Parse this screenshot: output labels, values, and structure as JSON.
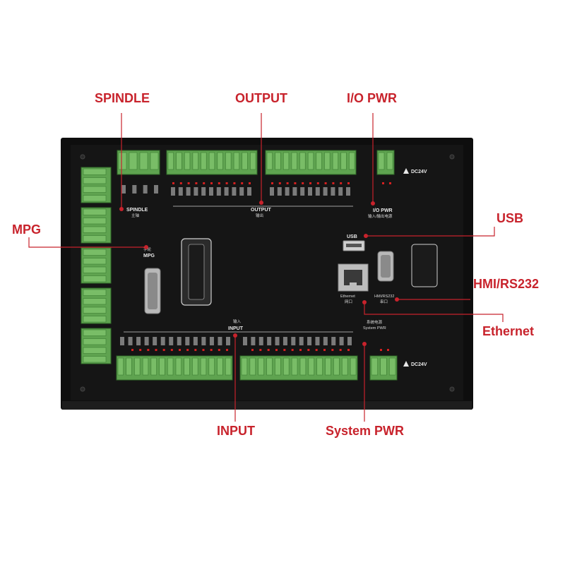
{
  "callouts": {
    "spindle": "SPINDLE",
    "output": "OUTPUT",
    "io_pwr": "I/O PWR",
    "usb": "USB",
    "mpg": "MPG",
    "hmi_rs232": "HMI/RS232",
    "ethernet": "Ethernet",
    "input": "INPUT",
    "system_pwr": "System PWR"
  },
  "board": {
    "dc24v_top": "DC24V",
    "dc24v_bottom": "DC24V",
    "spindle_silk": "SPINDLE",
    "spindle_silk_cn": "主轴",
    "output_silk": "OUTPUT",
    "output_silk_cn": "输出",
    "io_pwr_silk": "I/O PWR",
    "io_pwr_silk_cn": "输入/输出电源",
    "usb_silk": "USB",
    "mpg_silk_cn": "手轮",
    "mpg_silk": "MPG",
    "ethernet_silk": "Ethernet",
    "ethernet_silk_cn": "网口",
    "hmi_silk": "HMI/RS232",
    "hmi_silk_cn": "串口",
    "input_silk_cn": "输入",
    "input_silk": "INPUT",
    "system_pwr_silk_cn": "系统电源",
    "system_pwr_silk": "System PWR"
  },
  "colors": {
    "callout": "#c8232c",
    "board": "#141414",
    "terminal": "#5fa350",
    "led": "#d42020"
  }
}
